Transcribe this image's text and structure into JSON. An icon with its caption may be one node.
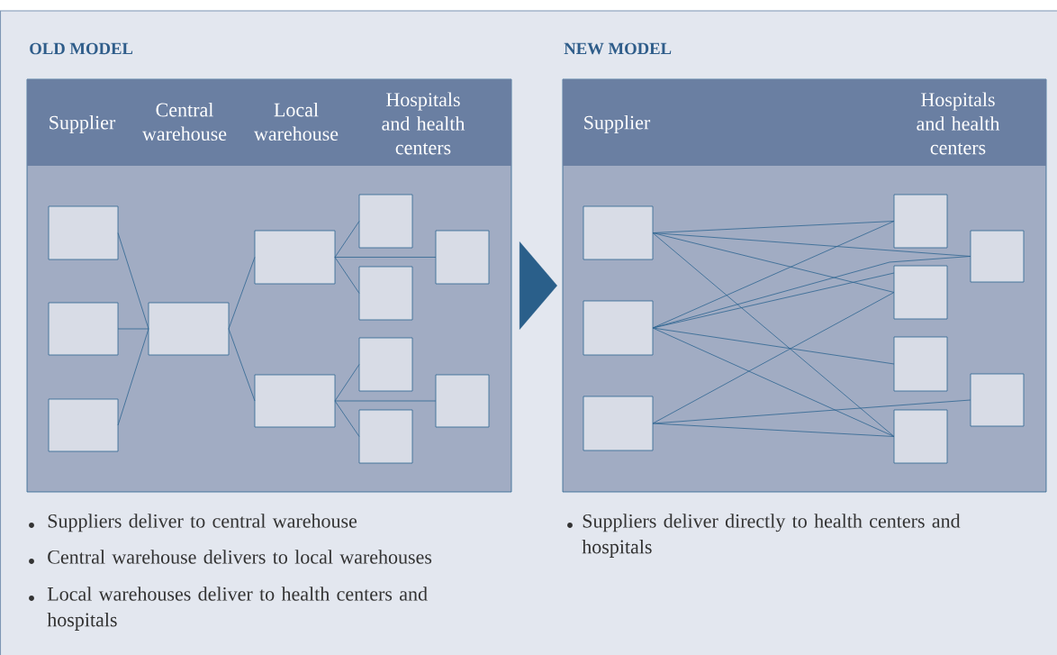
{
  "diagram": {
    "nodes": [
      {
        "text": [
          "OLD MODEL"
        ]
      },
      {
        "text": [
          "Supplier",
          "Central warehouse",
          "Local warehouse",
          "Hospitals and health centers"
        ],
        "in": 0
      },
      {
        "text": [],
        "shape": "box",
        "in": 0
      },
      {
        "text": [],
        "shape": "box",
        "in": 0
      },
      {
        "text": [],
        "shape": "box",
        "in": 0
      },
      {
        "text": [],
        "shape": "box",
        "in": 0
      },
      {
        "text": [],
        "shape": "box",
        "in": 0
      },
      {
        "text": [],
        "shape": "box",
        "in": 0
      },
      {
        "text": [],
        "shape": "box",
        "in": 0
      },
      {
        "text": [],
        "shape": "box",
        "in": 0
      },
      {
        "text": [],
        "shape": "box",
        "in": 0
      },
      {
        "text": [],
        "shape": "box",
        "in": 0
      },
      {
        "text": [],
        "shape": "box",
        "in": 0
      },
      {
        "text": [],
        "shape": "box",
        "in": 0
      },
      {
        "text": [
          "NEW MODEL"
        ]
      },
      {
        "text": [
          "Supplier",
          "Hospitals and health centers"
        ],
        "in": 14
      },
      {
        "text": [],
        "shape": "box",
        "in": 14
      },
      {
        "text": [],
        "shape": "box",
        "in": 14
      },
      {
        "text": [],
        "shape": "box",
        "in": 14
      },
      {
        "text": [],
        "shape": "box",
        "in": 14
      },
      {
        "text": [],
        "shape": "box",
        "in": 14
      },
      {
        "text": [],
        "shape": "box",
        "in": 14
      },
      {
        "text": [],
        "shape": "box",
        "in": 14
      },
      {
        "text": [],
        "shape": "box",
        "in": 14
      },
      {
        "text": [],
        "shape": "box",
        "in": 14
      }
    ],
    "edges": [
      {
        "from": 2,
        "to": 5,
        "arrow": "none"
      },
      {
        "from": 3,
        "to": 5,
        "arrow": "none"
      },
      {
        "from": 4,
        "to": 5,
        "arrow": "none"
      },
      {
        "from": 5,
        "to": 6,
        "arrow": "none"
      },
      {
        "from": 5,
        "to": 7,
        "arrow": "none"
      },
      {
        "from": 6,
        "to": 8,
        "arrow": "none"
      },
      {
        "from": 6,
        "to": 9,
        "arrow": "none"
      },
      {
        "from": 6,
        "to": 12,
        "arrow": "none"
      },
      {
        "from": 7,
        "to": 10,
        "arrow": "none"
      },
      {
        "from": 7,
        "to": 11,
        "arrow": "none"
      },
      {
        "from": 7,
        "to": 13,
        "arrow": "none"
      },
      {
        "from": 0,
        "to": 14,
        "arrow": "to"
      },
      {
        "from": 16,
        "to": 19,
        "arrow": "none"
      },
      {
        "from": 16,
        "to": 23,
        "arrow": "none"
      },
      {
        "from": 16,
        "to": 20,
        "arrow": "none"
      },
      {
        "from": 16,
        "to": 22,
        "arrow": "none"
      },
      {
        "from": 17,
        "to": 19,
        "arrow": "none"
      },
      {
        "from": 17,
        "to": 20,
        "arrow": "none"
      },
      {
        "from": 17,
        "to": 23,
        "arrow": "none"
      },
      {
        "from": 17,
        "to": 21,
        "arrow": "none"
      },
      {
        "from": 17,
        "to": 22,
        "arrow": "none"
      },
      {
        "from": 18,
        "to": 20,
        "arrow": "none"
      },
      {
        "from": 18,
        "to": 24,
        "arrow": "none"
      },
      {
        "from": 18,
        "to": 22,
        "arrow": "none"
      }
    ],
    "labels": [
      "Suppliers deliver to central warehouse",
      "Central warehouse delivers to local warehouses",
      "Local warehouses deliver to health centers and hospitals",
      "Suppliers deliver directly to health centers and hospitals"
    ]
  }
}
